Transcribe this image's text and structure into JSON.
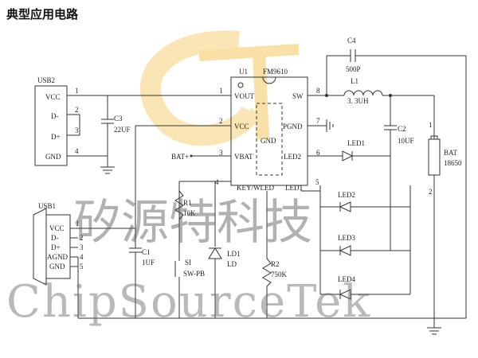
{
  "title": "典型应用电路",
  "watermark": {
    "cn": "矽源特科技",
    "en": "ChipSourceTek"
  },
  "chip": {
    "ref": "U1",
    "model": "FM9610",
    "pins_left": [
      {
        "num": "1",
        "name": "VOUT"
      },
      {
        "num": "2",
        "name": "VCC"
      },
      {
        "num": "3",
        "name": "VBAT"
      }
    ],
    "pins_right": [
      {
        "num": "8",
        "name": "SW"
      },
      {
        "num": "7",
        "name": "PGND"
      },
      {
        "num": "6",
        "name": "LED2"
      }
    ],
    "pins_bottom": [
      {
        "num": "4",
        "name": "KEY/WLED"
      },
      {
        "num": "5",
        "name": "LED1"
      }
    ],
    "gnd": "GND"
  },
  "usb2": {
    "ref": "USB2",
    "pins": [
      {
        "num": "1",
        "name": "VCC"
      },
      {
        "num": "2",
        "name": "D-"
      },
      {
        "num": "3",
        "name": "D+"
      },
      {
        "num": "4",
        "name": "GND"
      }
    ]
  },
  "usb1": {
    "ref": "USB1",
    "pins": [
      {
        "num": "1",
        "name": "VCC"
      },
      {
        "num": "2",
        "name": "D-"
      },
      {
        "num": "3",
        "name": "D+"
      },
      {
        "num": "4",
        "name": "AGND"
      },
      {
        "num": "5",
        "name": "GND"
      }
    ]
  },
  "parts": {
    "c3": {
      "ref": "C3",
      "value": "22UF"
    },
    "c4": {
      "ref": "C4",
      "value": "500P"
    },
    "l1": {
      "ref": "L1",
      "value": "3. 3UH"
    },
    "c2": {
      "ref": "C2",
      "value": "10UF"
    },
    "bat": {
      "ref": "BAT",
      "value": "18650",
      "pin1": "1",
      "pin2": "2"
    },
    "r1": {
      "ref": "R1",
      "value": "10K"
    },
    "c1": {
      "ref": "C1",
      "value": "1UF"
    },
    "s1": {
      "ref": "SI",
      "value": "SW-PB"
    },
    "ld1": {
      "ref": "LD1",
      "value": "LD"
    },
    "r2": {
      "ref": "R2",
      "value": "750K"
    },
    "led1": "LED1",
    "led2": "LED2",
    "led3": "LED3",
    "led4": "LED4",
    "bat_plus": "BAT+"
  }
}
